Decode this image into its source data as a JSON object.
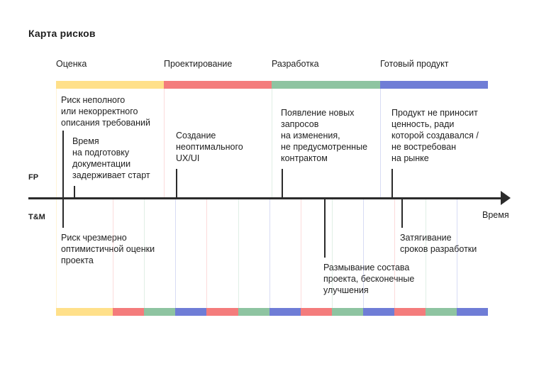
{
  "title": "Карта рисков",
  "phases": [
    {
      "label": "Оценка",
      "color": "#ffe08a"
    },
    {
      "label": "Проектирование",
      "color": "#f47c7c"
    },
    {
      "label": "Разработка",
      "color": "#8ec4a1"
    },
    {
      "label": "Готовый продукт",
      "color": "#6f7dd6"
    }
  ],
  "rows": {
    "fp": "FP",
    "tm": "T&M"
  },
  "axis_label": "Время",
  "fp_risks": [
    "Риск неполного\nили некорректного\nописания требований",
    "Время\nна подготовку\nдокументации\nзадерживает старт",
    "Создание\nнеоптимального\nUX/UI",
    "Появление новых\nзапросов\nна изменения,\nне предусмотренные\nконтрактом",
    "Продукт не приносит\nценность, ради\nкоторой создавался /\nне востребован\nна рынке"
  ],
  "tm_risks": [
    "Риск чрезмерно\nоптимистичной оценки\nпроекта",
    "Размывание состава\nпроекта, бесконечные\nулучшения",
    "Затягивание\nсроков разработки"
  ],
  "tm_bar_sequence": [
    0,
    1,
    2,
    3,
    1,
    2,
    3,
    1,
    2,
    3,
    1,
    2,
    3
  ]
}
